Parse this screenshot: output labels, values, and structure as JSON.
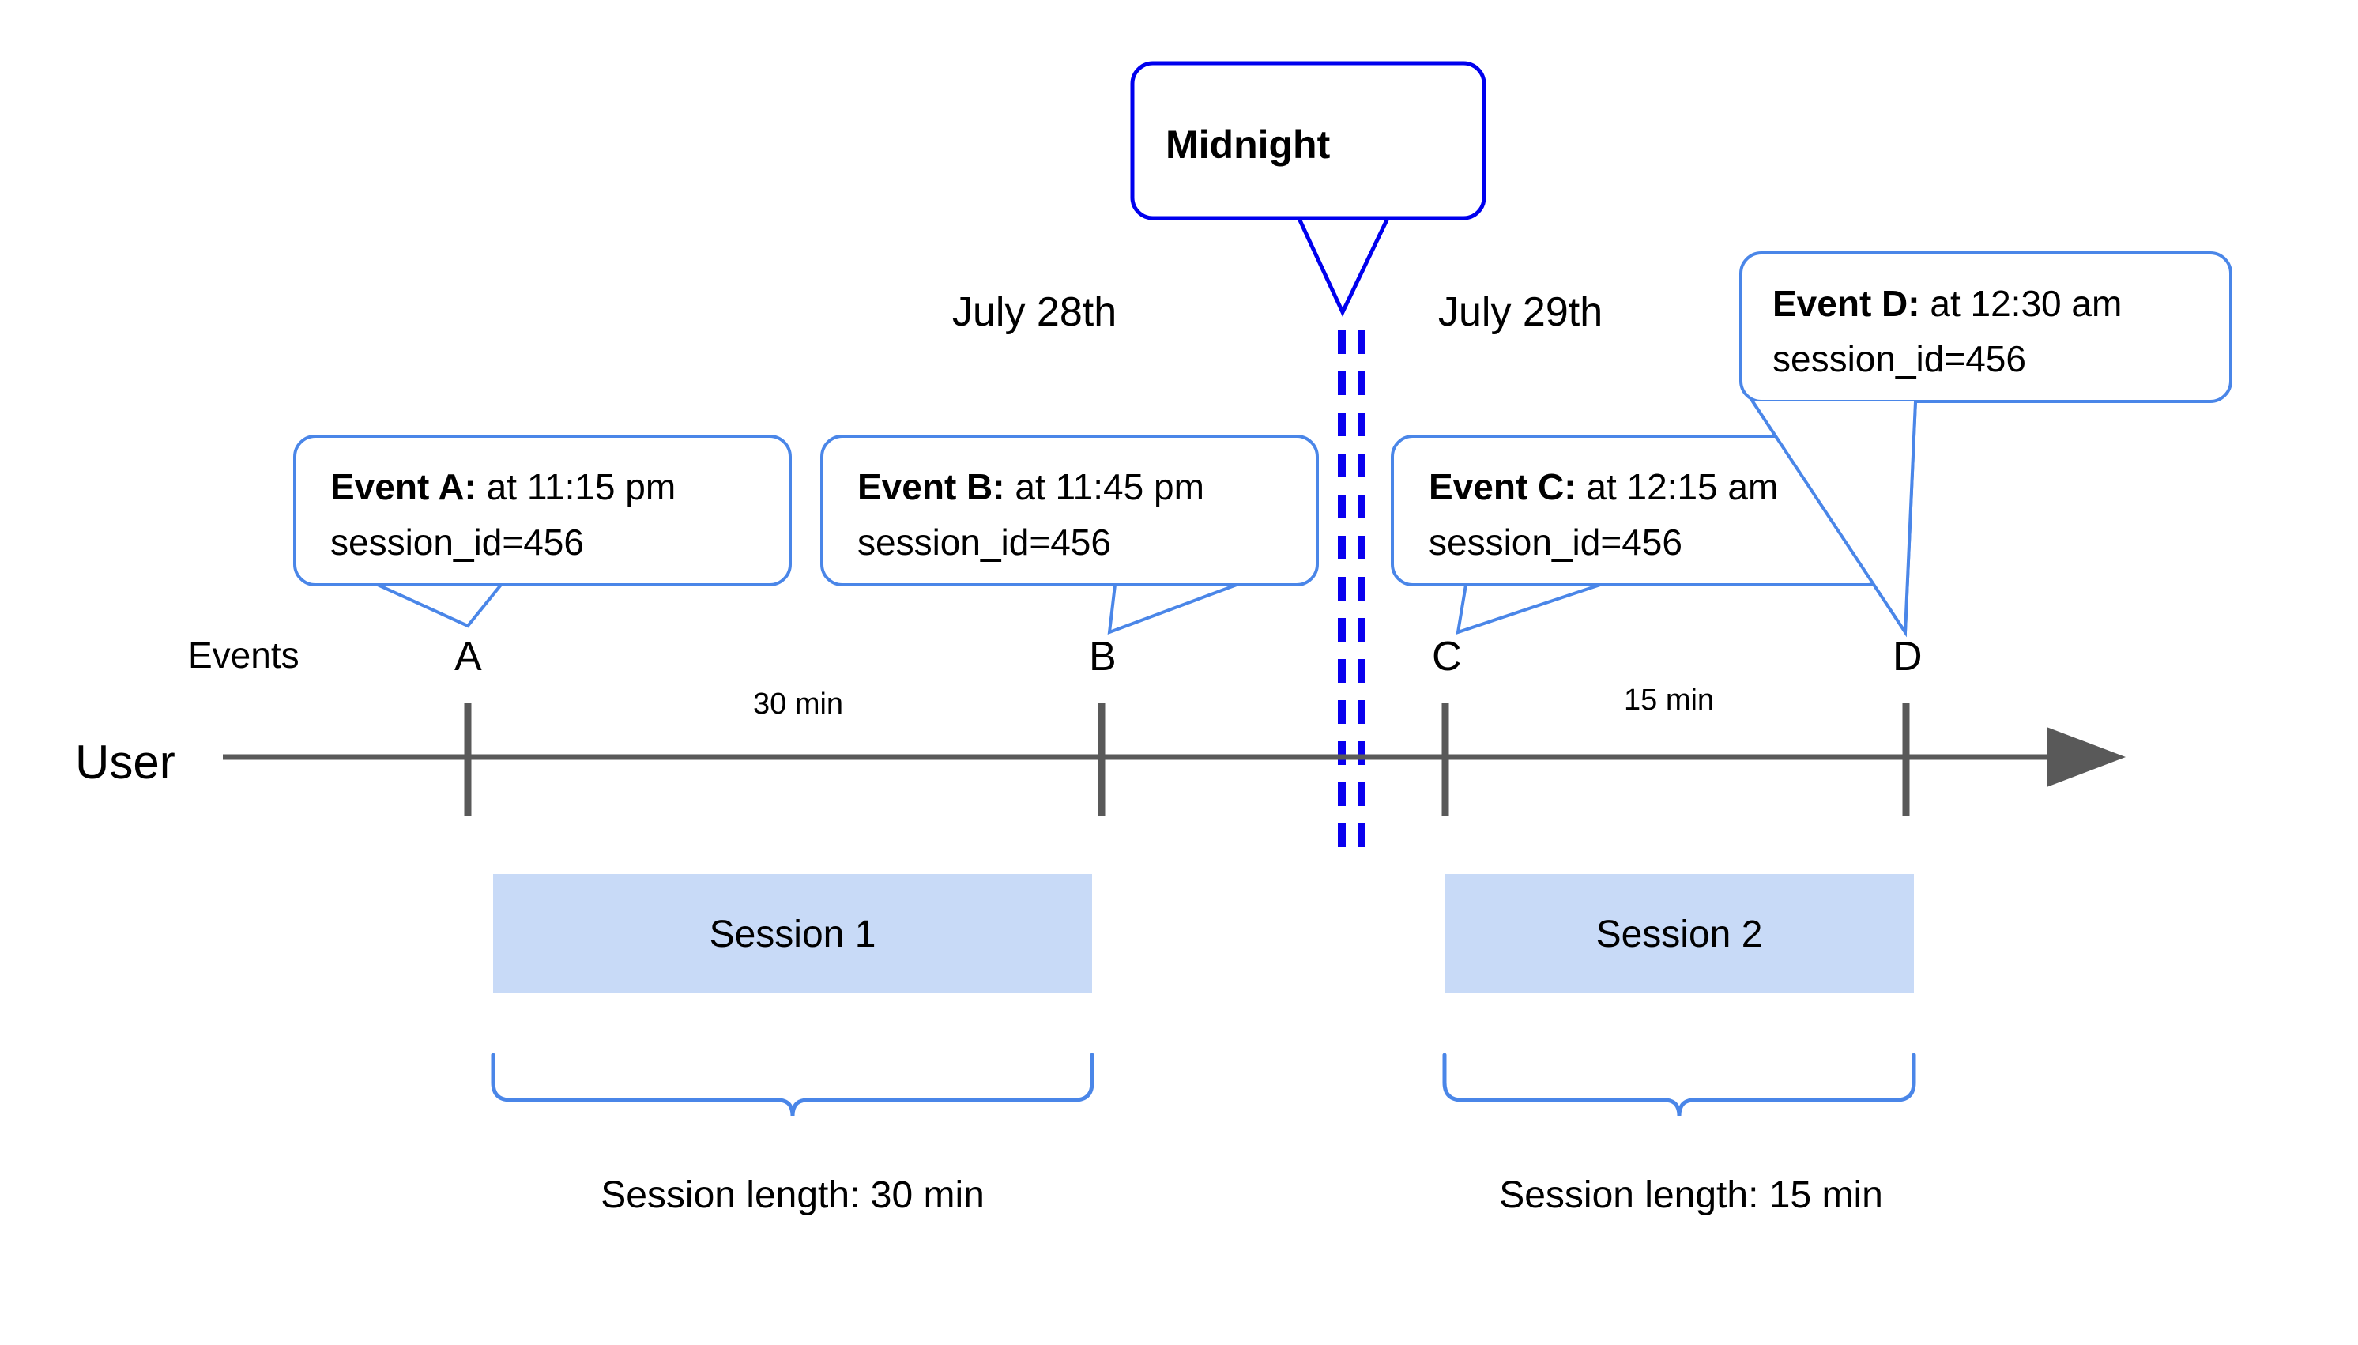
{
  "diagram": {
    "title_label": "Midnight",
    "lane_label": "User",
    "events_row_label": "Events",
    "dates": [
      {
        "label": "July 28th"
      },
      {
        "label": "July 29th"
      }
    ],
    "events": [
      {
        "letter": "A",
        "title": "Event A:",
        "time": " at 11:15 pm",
        "session_id": "session_id=456"
      },
      {
        "letter": "B",
        "title": "Event B:",
        "time": " at 11:45 pm",
        "session_id": "session_id=456"
      },
      {
        "letter": "C",
        "title": "Event C:",
        "time": " at 12:15 am",
        "session_id": "session_id=456"
      },
      {
        "letter": "D",
        "title": "Event D:",
        "time": " at 12:30 am",
        "session_id": "session_id=456"
      }
    ],
    "gaps": [
      {
        "label": "30 min"
      },
      {
        "label": "15 min"
      }
    ],
    "sessions": [
      {
        "name": "Session 1",
        "length_label": "Session length: 30 min"
      },
      {
        "name": "Session 2",
        "length_label": "Session length: 15 min"
      }
    ],
    "colors": {
      "callout_border": "#4a86e8",
      "midnight_border": "#0000ee",
      "midnight_dash": "#0a00ee",
      "axis": "#595959",
      "session_fill": "#c8daf7",
      "background": "#ffffff"
    }
  }
}
